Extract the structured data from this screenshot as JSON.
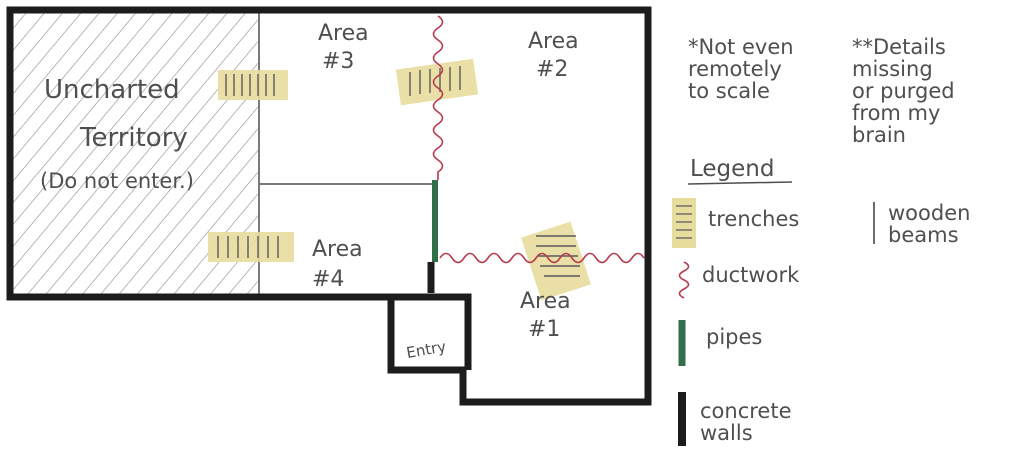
{
  "areas": {
    "uncharted_line1": "Uncharted",
    "uncharted_line2": "Territory",
    "uncharted_line3": "(Do not enter.)",
    "area3_l1": "Area",
    "area3_l2": "#3",
    "area2_l1": "Area",
    "area2_l2": "#2",
    "area4_l1": "Area",
    "area4_l2": "#4",
    "area1_l1": "Area",
    "area1_l2": "#1",
    "entry": "Entry"
  },
  "notes": {
    "scale_mark": "*",
    "scale_text": "Not even\nremotely\nto scale",
    "details_mark": "**",
    "details_text": "Details\nmissing\nor purged\nfrom my\nbrain"
  },
  "legend": {
    "title": "Legend",
    "items": [
      "trenches",
      "ductwork",
      "pipes",
      "concrete walls",
      "wooden beams"
    ]
  },
  "colors": {
    "wall": "#1c1c1c",
    "trench": "#e8dc9c",
    "duct": "#b83a4e",
    "pipe": "#2f6f4a",
    "pencil": "#6e6e6e"
  }
}
